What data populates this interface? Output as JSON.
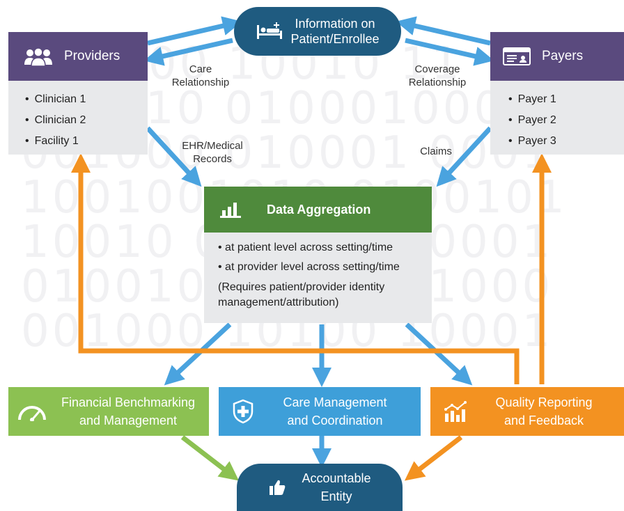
{
  "top": {
    "title_line1": "Information on",
    "title_line2": "Patient/Enrollee"
  },
  "providers": {
    "title": "Providers",
    "items": [
      "Clinician 1",
      "Clinician 2",
      "Facility 1"
    ]
  },
  "payers": {
    "title": "Payers",
    "items": [
      "Payer 1",
      "Payer 2",
      "Payer 3"
    ]
  },
  "labels": {
    "care_relationship_1": "Care",
    "care_relationship_2": "Relationship",
    "coverage_relationship_1": "Coverage",
    "coverage_relationship_2": "Relationship",
    "ehr_1": "EHR/Medical",
    "ehr_2": "Records",
    "claims": "Claims"
  },
  "aggregation": {
    "title": "Data Aggregation",
    "items": [
      "at patient level across setting/time",
      "at provider level across setting/time"
    ],
    "note_1": "(Requires patient/provider identity",
    "note_2": "management/attribution)"
  },
  "financial": {
    "line1": "Financial Benchmarking",
    "line2": "and Management"
  },
  "care_mgmt": {
    "line1": "Care Management",
    "line2": "and Coordination"
  },
  "quality": {
    "line1": "Quality Reporting",
    "line2": "and Feedback"
  },
  "accountable": {
    "line1": "Accountable",
    "line2": "Entity"
  },
  "colors": {
    "purple": "#5a4a7e",
    "navy": "#1f5b80",
    "green": "#4f8a3c",
    "lime": "#8cc152",
    "sky": "#3e9fd9",
    "orange": "#f39221",
    "blue_arrow": "#4aa3df",
    "gray_box": "#e8e9eb"
  }
}
